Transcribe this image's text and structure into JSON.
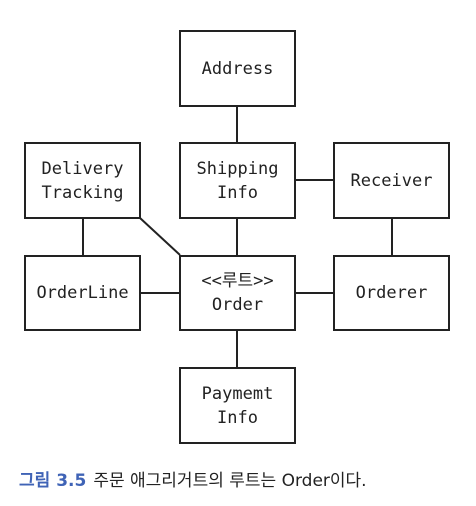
{
  "diagram": {
    "address": {
      "line1": "Address"
    },
    "delivery_tracking": {
      "line1": "Delivery",
      "line2": "Tracking"
    },
    "shipping_info": {
      "line1": "Shipping",
      "line2": "Info"
    },
    "receiver": {
      "line1": "Receiver"
    },
    "order_line": {
      "line1": "OrderLine"
    },
    "order": {
      "stereotype": "<<루트>>",
      "line1": "Order"
    },
    "orderer": {
      "line1": "Orderer"
    },
    "payment_info": {
      "line1": "Paymemt",
      "line2": "Info"
    }
  },
  "caption": {
    "figure_number": "그림 3.5",
    "text": "주문 애그리거트의 루트는 Order이다.",
    "number_color": "#3f63b6"
  },
  "colors": {
    "line": "#222222",
    "text": "#222222",
    "background": "#ffffff"
  }
}
